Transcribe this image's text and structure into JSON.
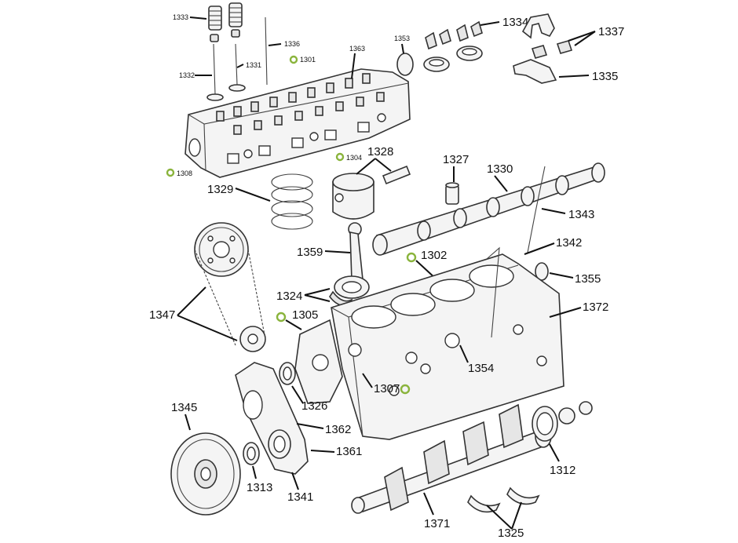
{
  "colors": {
    "line": "#333333",
    "leader": "#111111",
    "oring_marker": "#8ab43c",
    "background": "#ffffff"
  },
  "labels": {
    "l1301": "1301",
    "l1302": "1302",
    "l1304": "1304",
    "l1305": "1305",
    "l1307": "1307",
    "l1308": "1308",
    "l1312": "1312",
    "l1313": "1313",
    "l1324": "1324",
    "l1325": "1325",
    "l1326": "1326",
    "l1327": "1327",
    "l1328": "1328",
    "l1329": "1329",
    "l1330": "1330",
    "l1331": "1331",
    "l1332": "1332",
    "l1333": "1333",
    "l1334": "1334",
    "l1335": "1335",
    "l1336": "1336",
    "l1337": "1337",
    "l1341": "1341",
    "l1342": "1342",
    "l1343": "1343",
    "l1345": "1345",
    "l1347": "1347",
    "l1353": "1353",
    "l1354": "1354",
    "l1355": "1355",
    "l1359": "1359",
    "l1361": "1361",
    "l1362": "1362",
    "l1363": "1363",
    "l1371": "1371",
    "l1372": "1372"
  }
}
